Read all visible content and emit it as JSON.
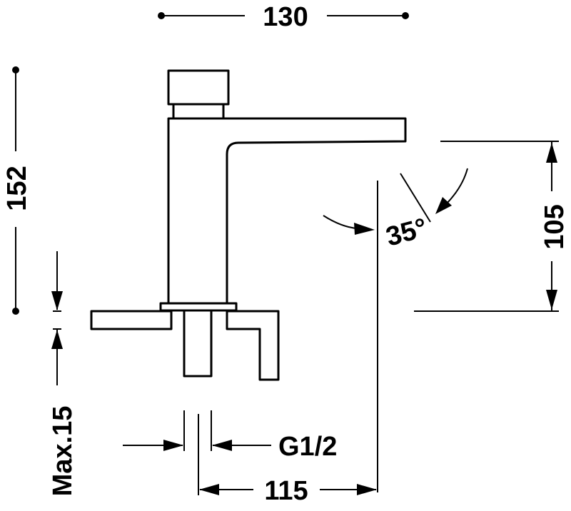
{
  "dimensions": {
    "width_top": "130",
    "height_total": "152",
    "spout_height": "105",
    "angle": "35°",
    "max_thickness": "Max.15",
    "thread": "G1/2",
    "reach": "115"
  },
  "colors": {
    "line": "#000000",
    "background": "#ffffff"
  }
}
